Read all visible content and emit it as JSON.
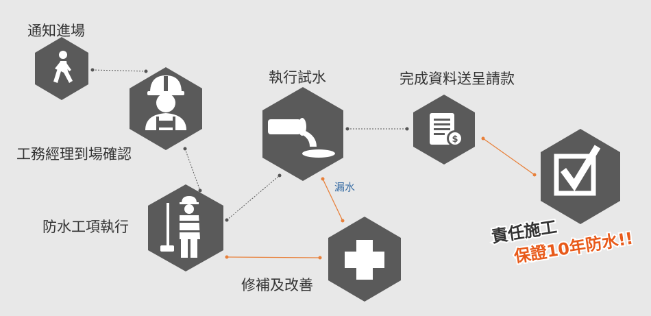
{
  "steps": {
    "notify": "通知進場",
    "manager": "工務經理到場確認",
    "waterproof": "防水工項執行",
    "water_test": "執行試水",
    "submit": "完成資料送呈請款",
    "repair": "修補及改善"
  },
  "edge_labels": {
    "leak": "漏水"
  },
  "guarantee": {
    "line1": "責任施工",
    "line2": "保證10年防水!!"
  },
  "colors": {
    "hexagon": "#5a5a5a",
    "icon": "#ffffff",
    "dotted_line": "#555555",
    "orange_line": "#e8803a",
    "stamp_orange": "#e85a1a",
    "stamp_dark": "#333333"
  },
  "icons": {
    "notify": "walking-person-icon",
    "manager": "engineer-hardhat-icon",
    "waterproof": "worker-roller-icon",
    "water_test": "pipe-water-outflow-icon",
    "submit": "invoice-dollar-icon",
    "repair": "plus-cross-icon",
    "guarantee": "checkbox-check-icon"
  }
}
